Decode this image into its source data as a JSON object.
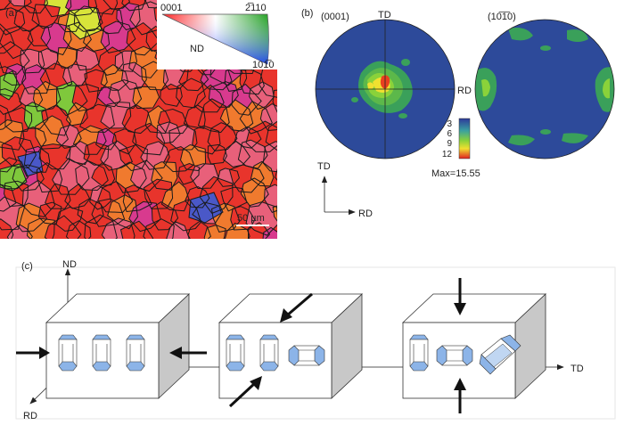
{
  "panel_a": {
    "label": "(a)",
    "legend": {
      "corner_0001": "0001",
      "corner_2110": "2̅110",
      "corner_1010": "101̅0",
      "axis": "ND"
    },
    "scale_bar": "50 µm",
    "colors": {
      "red": "#e8342c",
      "orange": "#f07a2e",
      "magenta": "#d83a8e",
      "pink": "#e8607a",
      "green": "#7fc83c",
      "yellow": "#d8e43a",
      "blue": "#4a58c8",
      "boundary": "#1a1a1a"
    }
  },
  "panel_b": {
    "label": "(b)",
    "pole_left": "(0001)",
    "pole_right": "(10̅1̅0)",
    "td_top": "TD",
    "rd_right": "RD",
    "colorbar_ticks": [
      "3",
      "6",
      "9",
      "12"
    ],
    "max_label": "Max=15.55",
    "axes_td": "TD",
    "axes_rd": "RD",
    "colors": {
      "background": "#2d4a9a",
      "level1": "#3aa05a",
      "level2": "#8ad23a",
      "level3": "#f0e030",
      "level4": "#e84020"
    }
  },
  "panel_c": {
    "label": "(c)",
    "axis_nd": "ND",
    "axis_rd": "RD",
    "axis_td": "TD",
    "colors": {
      "box_face": "#ffffff",
      "box_side": "#c8c8c8",
      "crystal": "#8cb4e8",
      "arrow": "#111111"
    }
  }
}
